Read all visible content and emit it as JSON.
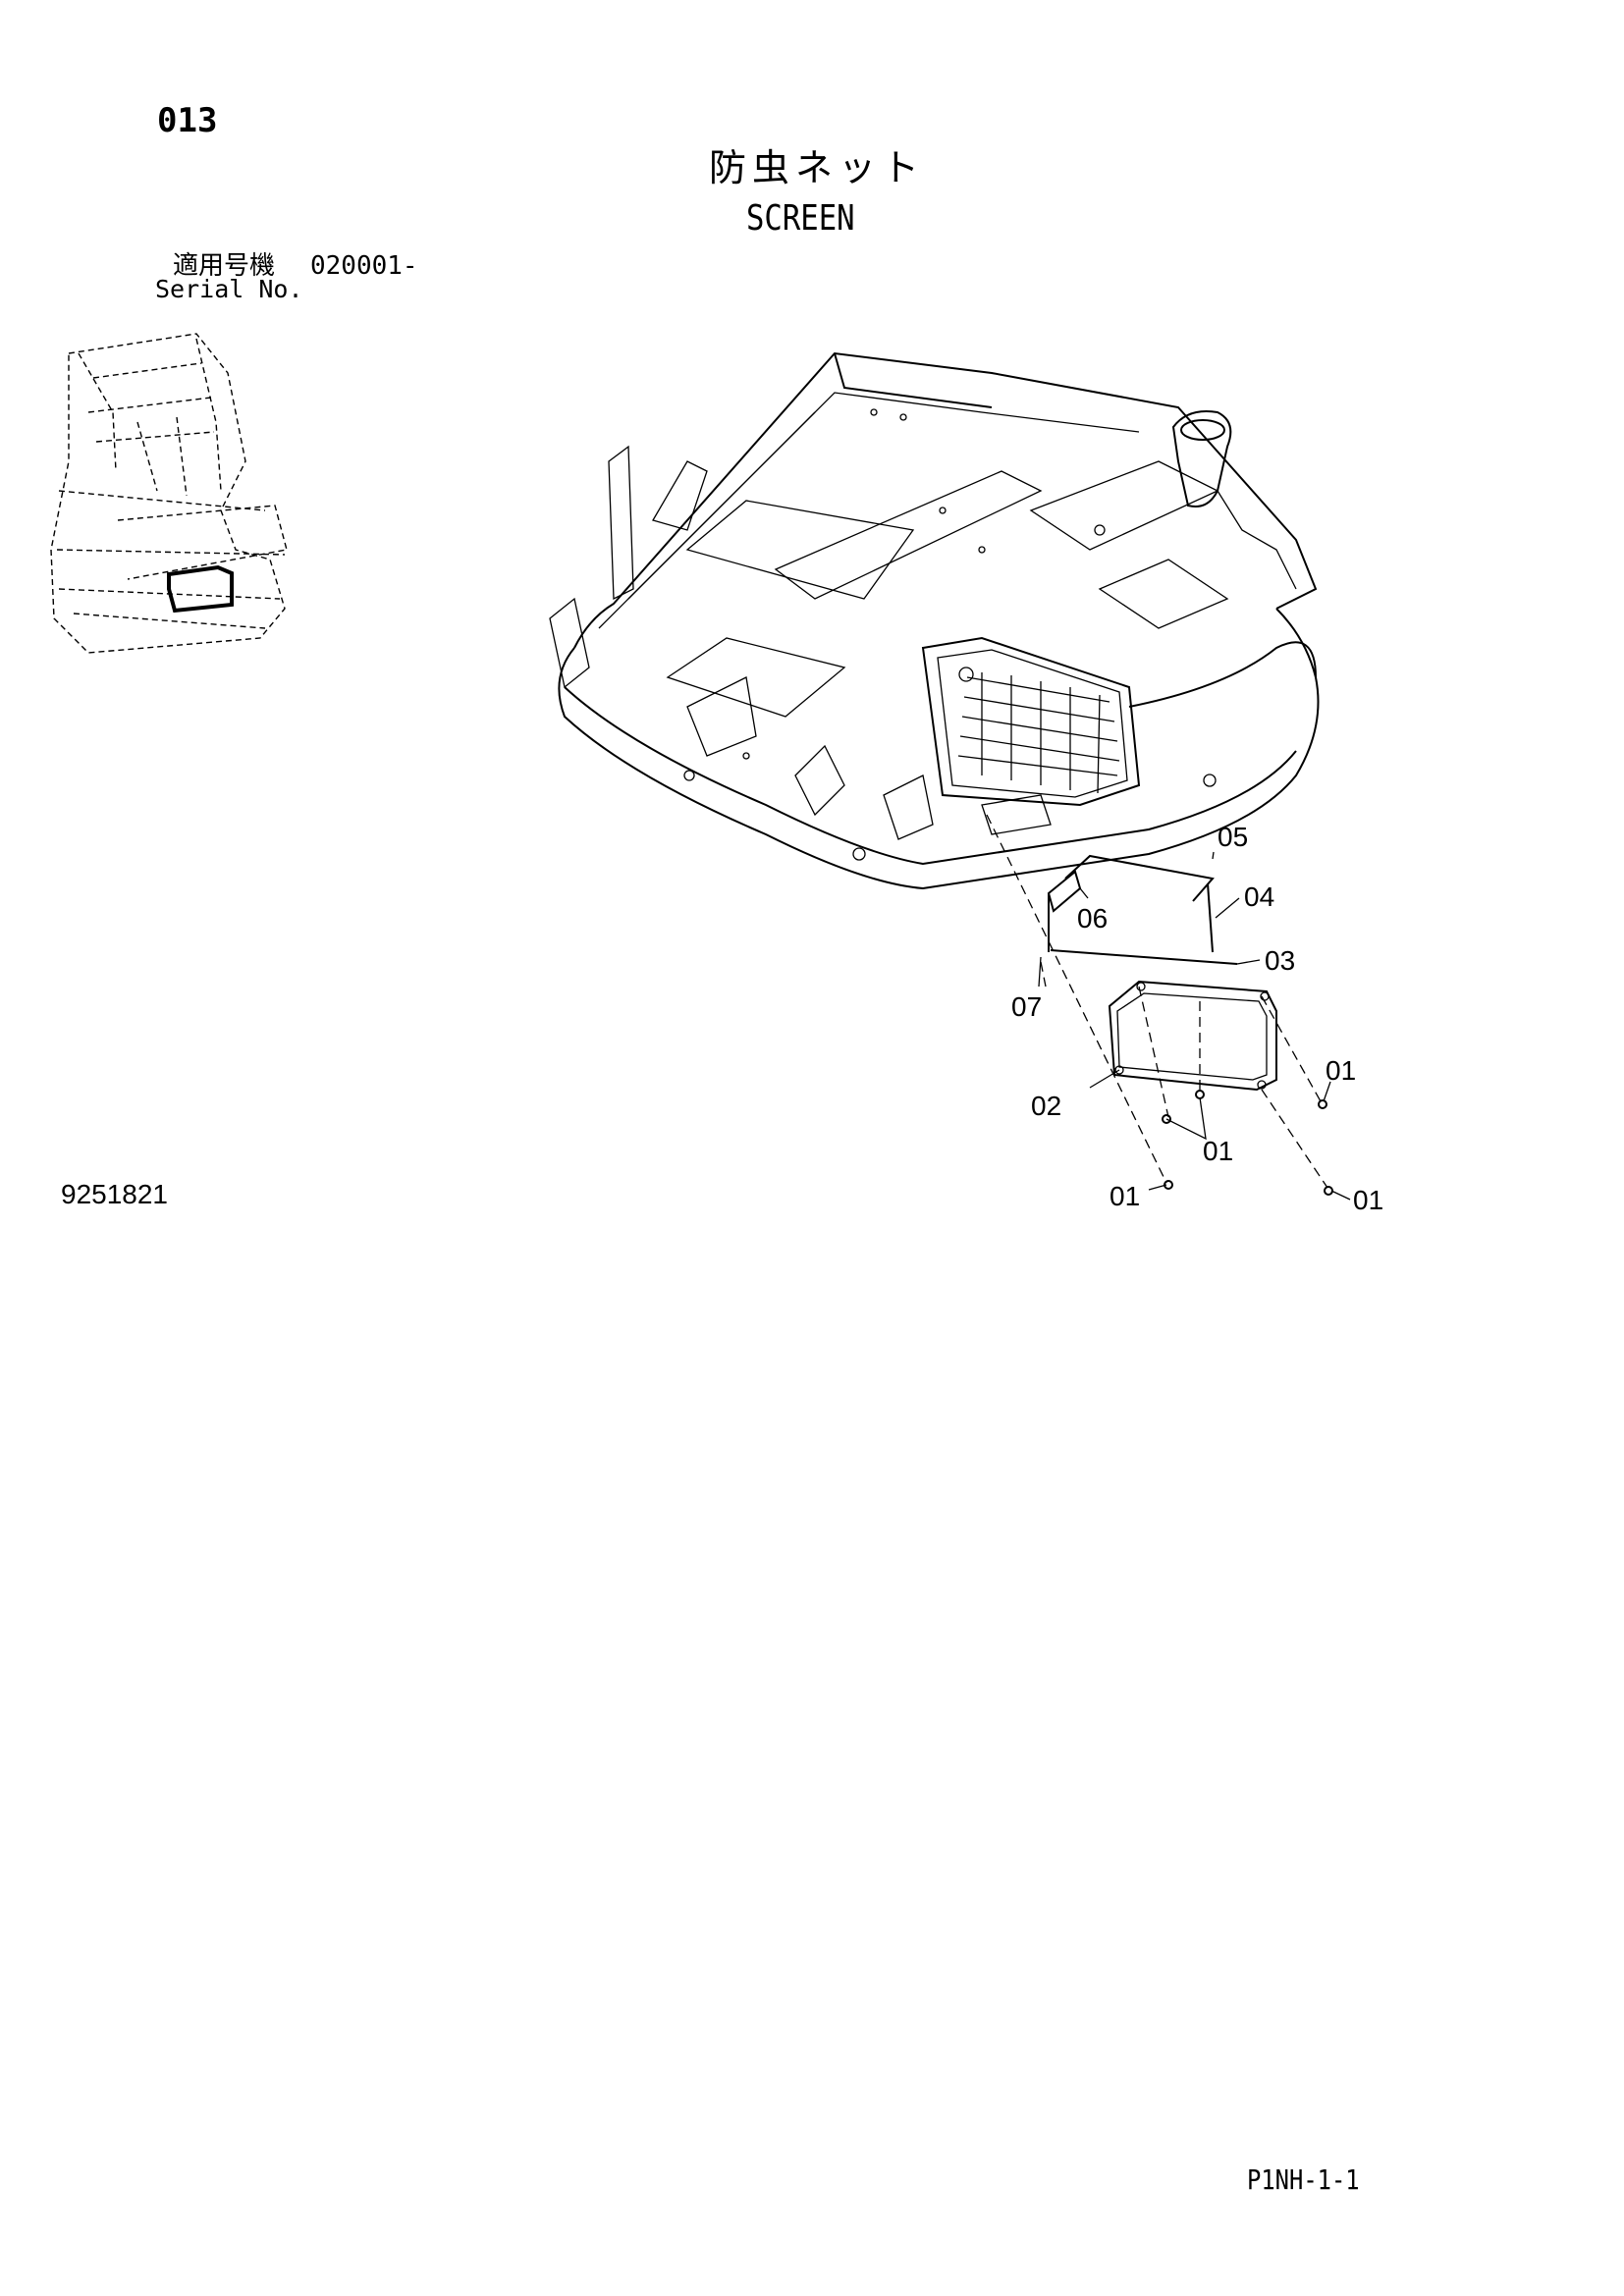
{
  "header": {
    "page_number": "013",
    "title_ja": "防虫ネット",
    "title_en": "SCREEN"
  },
  "serial": {
    "label_ja": "適用号機",
    "value": "020001-",
    "label_en": "Serial No."
  },
  "drawing_number": "9251821",
  "sheet_code": "P1NH-1-1",
  "callouts": {
    "c01_a": "01",
    "c01_b": "01",
    "c01_c": "01",
    "c01_d": "01",
    "c02": "02",
    "c03": "03",
    "c04": "04",
    "c05": "05",
    "c06": "06",
    "c07": "07"
  }
}
